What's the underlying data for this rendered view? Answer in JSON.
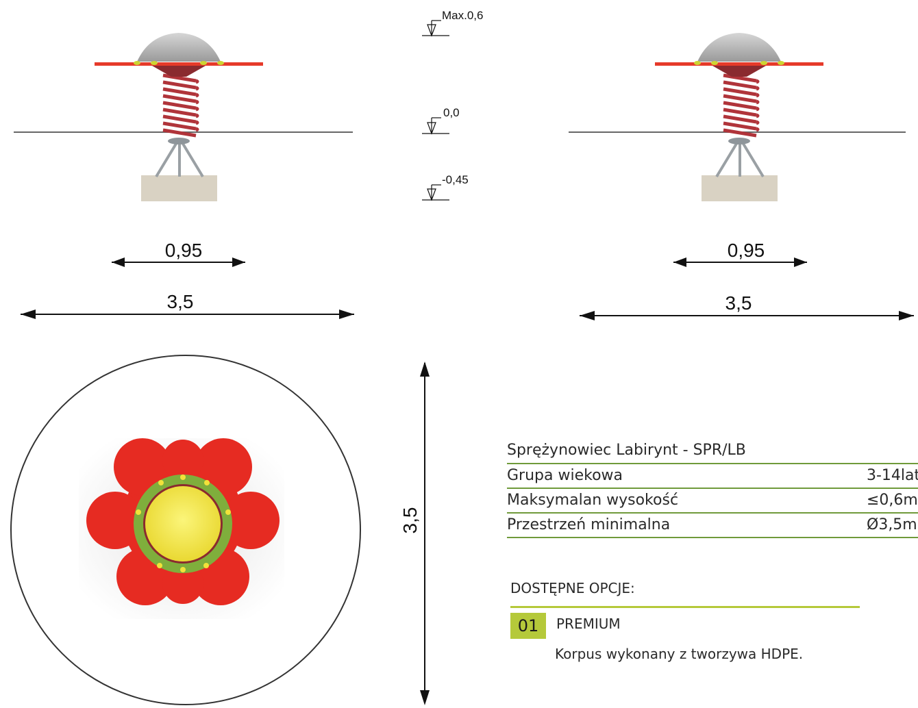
{
  "levels": {
    "max": "Max.0,6",
    "zero": "0,0",
    "depth": "-0,45"
  },
  "dimensions": {
    "left_width_small": "0,95",
    "left_width_large": "3,5",
    "right_width_small": "0,95",
    "right_width_large": "3,5",
    "plan_vertical": "3,5"
  },
  "product": {
    "title": "Sprężynowiec Labirynt - SPR/LB",
    "specs": [
      {
        "label": "Grupa wiekowa",
        "value": "3-14lat"
      },
      {
        "label": "Maksymalan wysokość",
        "value": "≤0,6m"
      },
      {
        "label": "Przestrzeń minimalna",
        "value": "Ø3,5m"
      }
    ]
  },
  "options": {
    "heading": "DOSTĘPNE OPCJE:",
    "items": [
      {
        "number": "01",
        "name": "PREMIUM",
        "description": "Korpus wykonany z tworzywa HDPE."
      }
    ]
  },
  "colors": {
    "accent_green": "#b5c93a",
    "line_green": "#6f9a3a",
    "spring_red": "#b0343a",
    "flower_red": "#e62b22",
    "seat_yellow": "#f2e23a",
    "ring_green": "#7fae3c"
  }
}
